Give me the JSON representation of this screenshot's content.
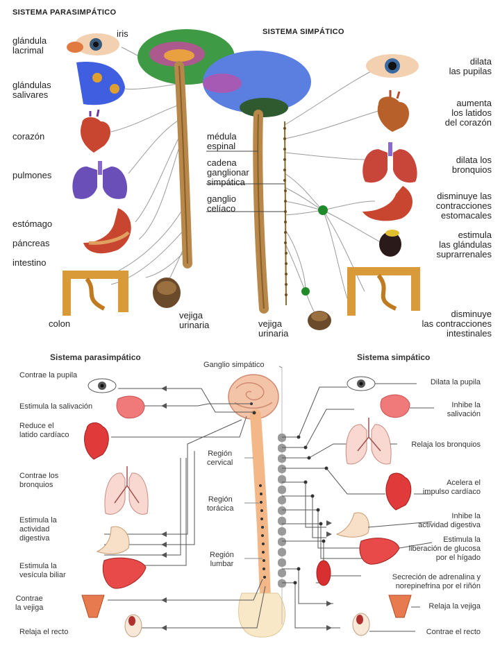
{
  "top": {
    "title_para": "SISTEMA PARASIMPÁTICO",
    "title_simp": "SISTEMA SIMPÁTICO",
    "left": {
      "iris": "iris",
      "lacrimal": "glándula\nlacrimal",
      "salivares": "glándulas\nsalivares",
      "corazon": "corazón",
      "pulmones": "pulmones",
      "estomago": "estómago",
      "pancreas": "páncreas",
      "intestino": "intestino",
      "colon": "colon",
      "vejiga": "vejiga\nurinaria"
    },
    "center": {
      "medula": "médula\nespinal",
      "cadena": "cadena\nganglionar\nsimpática",
      "celiaco": "ganglio\ncelíaco",
      "vejiga": "vejiga\nurinaria"
    },
    "right": {
      "pupilas": "dilata\nlas pupilas",
      "latidos": "aumenta\nlos latidos\ndel corazón",
      "bronquios": "dilata los\nbronquios",
      "estomacales": "disminuye las\ncontracciones\nestomacales",
      "suprarrenales": "estimula\nlas glándulas\nsuprarrenales",
      "intestinales": "disminuye\nlas contracciones\nintestinales"
    }
  },
  "bottom": {
    "title_para": "Sistema parasimpático",
    "title_simp": "Sistema simpático",
    "ganglio": "Ganglio simpático",
    "cervical": "Región\ncervical",
    "toracica": "Región\ntorácica",
    "lumbar": "Región\nlumbar",
    "left": [
      "Contrae la pupila",
      "Estimula la salivación",
      "Reduce el\nlatido cardíaco",
      "Contrae los\nbronquios",
      "Estimula la\nactividad\ndigestiva",
      "Estimula la\nvesícula biliar",
      "Contrae\nla vejiga",
      "Relaja el recto"
    ],
    "right": [
      "Dilata la pupila",
      "Inhibe la\nsalivación",
      "Relaja los bronquios",
      "Acelera el\nimpulso cardíaco",
      "Inhibe la\nactividad digestiva",
      "Estimula la\nliberación de glucosa\npor el hígado",
      "Secreción de adrenalina y\nnorepinefrina por el riñón",
      "Relaja la vejiga",
      "Contrae el recto"
    ]
  },
  "colors": {
    "brain_green": "#3f9a46",
    "brain_blue": "#5b7fe0",
    "spine": "#b8874a",
    "organ_red": "#c8452f",
    "lung_purple": "#6b4fb8",
    "colon_orange": "#d99a3a",
    "ganglion_green": "#1f8a2a"
  }
}
